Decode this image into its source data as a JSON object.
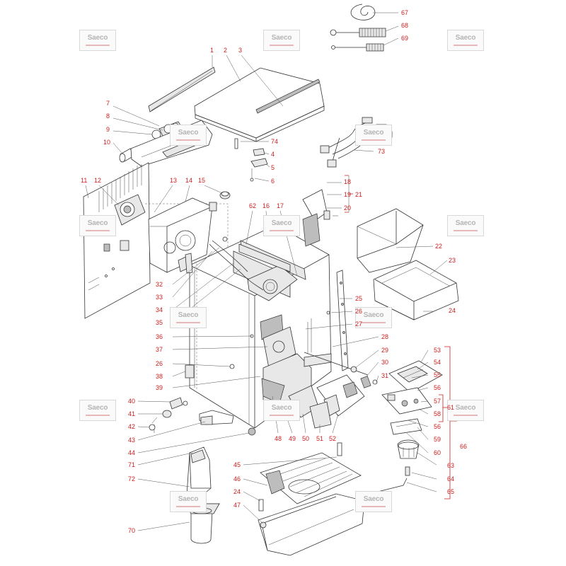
{
  "watermark": {
    "brand": "Saeco"
  },
  "callouts": {
    "c1": "1",
    "c2": "2",
    "c3": "3",
    "c4": "4",
    "c5": "5",
    "c6": "6",
    "c7": "7",
    "c8": "8",
    "c9": "9",
    "c10": "10",
    "c11": "11",
    "c12": "12",
    "c13": "13",
    "c14": "14",
    "c15": "15",
    "c16": "16",
    "c17": "17",
    "c18": "18",
    "c19": "19",
    "c20": "20",
    "c21": "21",
    "c22": "22",
    "c23": "23",
    "c24a": "24",
    "c24b": "24",
    "c25": "25",
    "c26a": "26",
    "c26b": "26",
    "c27": "27",
    "c28": "28",
    "c29": "29",
    "c30": "30",
    "c31": "31",
    "c32": "32",
    "c33": "33",
    "c34": "34",
    "c35": "35",
    "c36": "36",
    "c37": "37",
    "c38": "38",
    "c39": "39",
    "c40": "40",
    "c41": "41",
    "c42": "42",
    "c43": "43",
    "c44": "44",
    "c45": "45",
    "c46": "46",
    "c47": "47",
    "c48": "48",
    "c49": "49",
    "c50": "50",
    "c51": "51",
    "c52": "52",
    "c53": "53",
    "c54": "54",
    "c55": "55",
    "c56a": "56",
    "c56b": "56",
    "c57": "57",
    "c58": "58",
    "c59": "59",
    "c60": "60",
    "c61": "61",
    "c62": "62",
    "c63": "63",
    "c64": "64",
    "c65": "65",
    "c66": "66",
    "c67": "67",
    "c68": "68",
    "c69": "69",
    "c70": "70",
    "c71": "71",
    "c72": "72",
    "c73": "73",
    "c74": "74"
  },
  "colors": {
    "callout": "#cc1f1f",
    "line": "#333333",
    "watermark": "#b4b4b4"
  }
}
